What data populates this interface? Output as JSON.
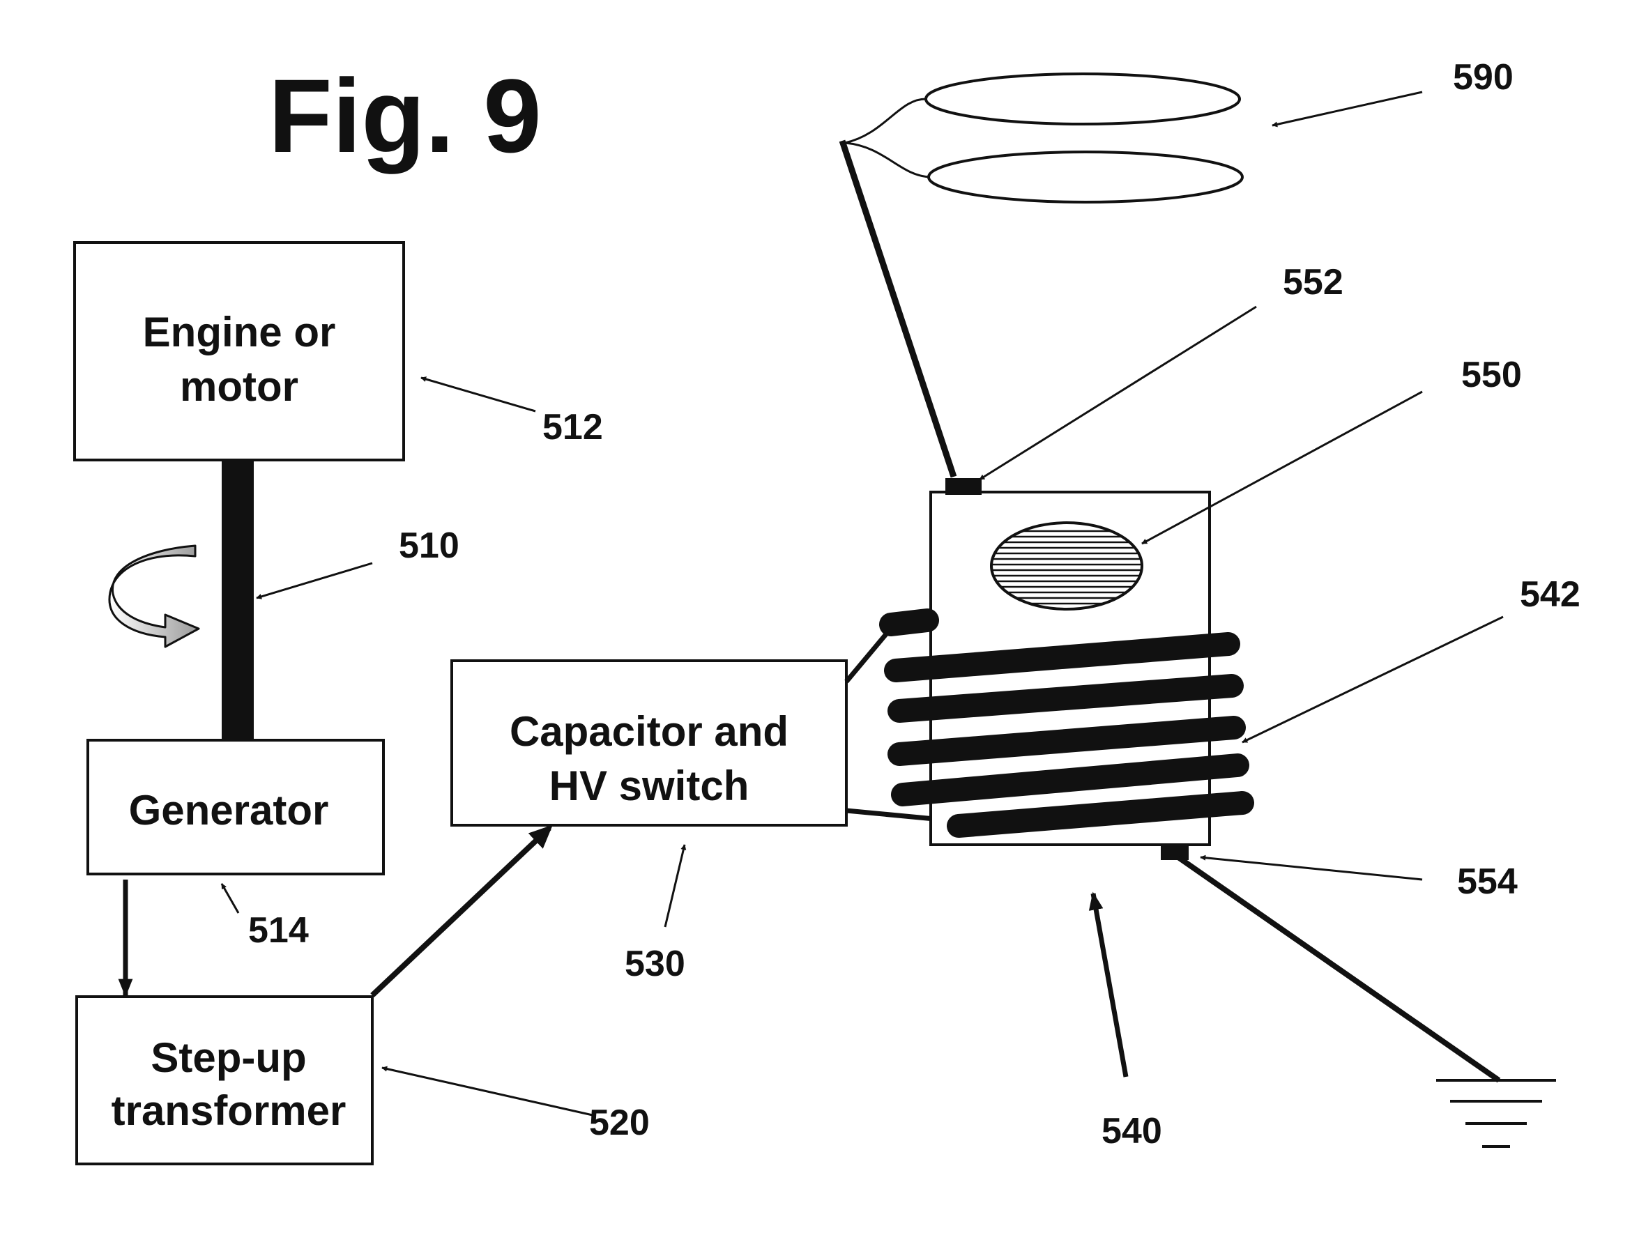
{
  "figure": {
    "title": "Fig. 9"
  },
  "blocks": {
    "engine": {
      "line1": "Engine  or",
      "line2": "motor"
    },
    "generator": {
      "line1": "Generator"
    },
    "transformer": {
      "line1": "Step-up",
      "line2": "transformer"
    },
    "capacitor": {
      "line1": "Capacitor and",
      "line2": "HV switch"
    }
  },
  "refs": {
    "r590": "590",
    "r552": "552",
    "r550": "550",
    "r542": "542",
    "r512": "512",
    "r510": "510",
    "r514": "514",
    "r530": "530",
    "r554": "554",
    "r520": "520",
    "r540": "540"
  },
  "colors": {
    "ink": "#111111",
    "background": "#ffffff"
  }
}
